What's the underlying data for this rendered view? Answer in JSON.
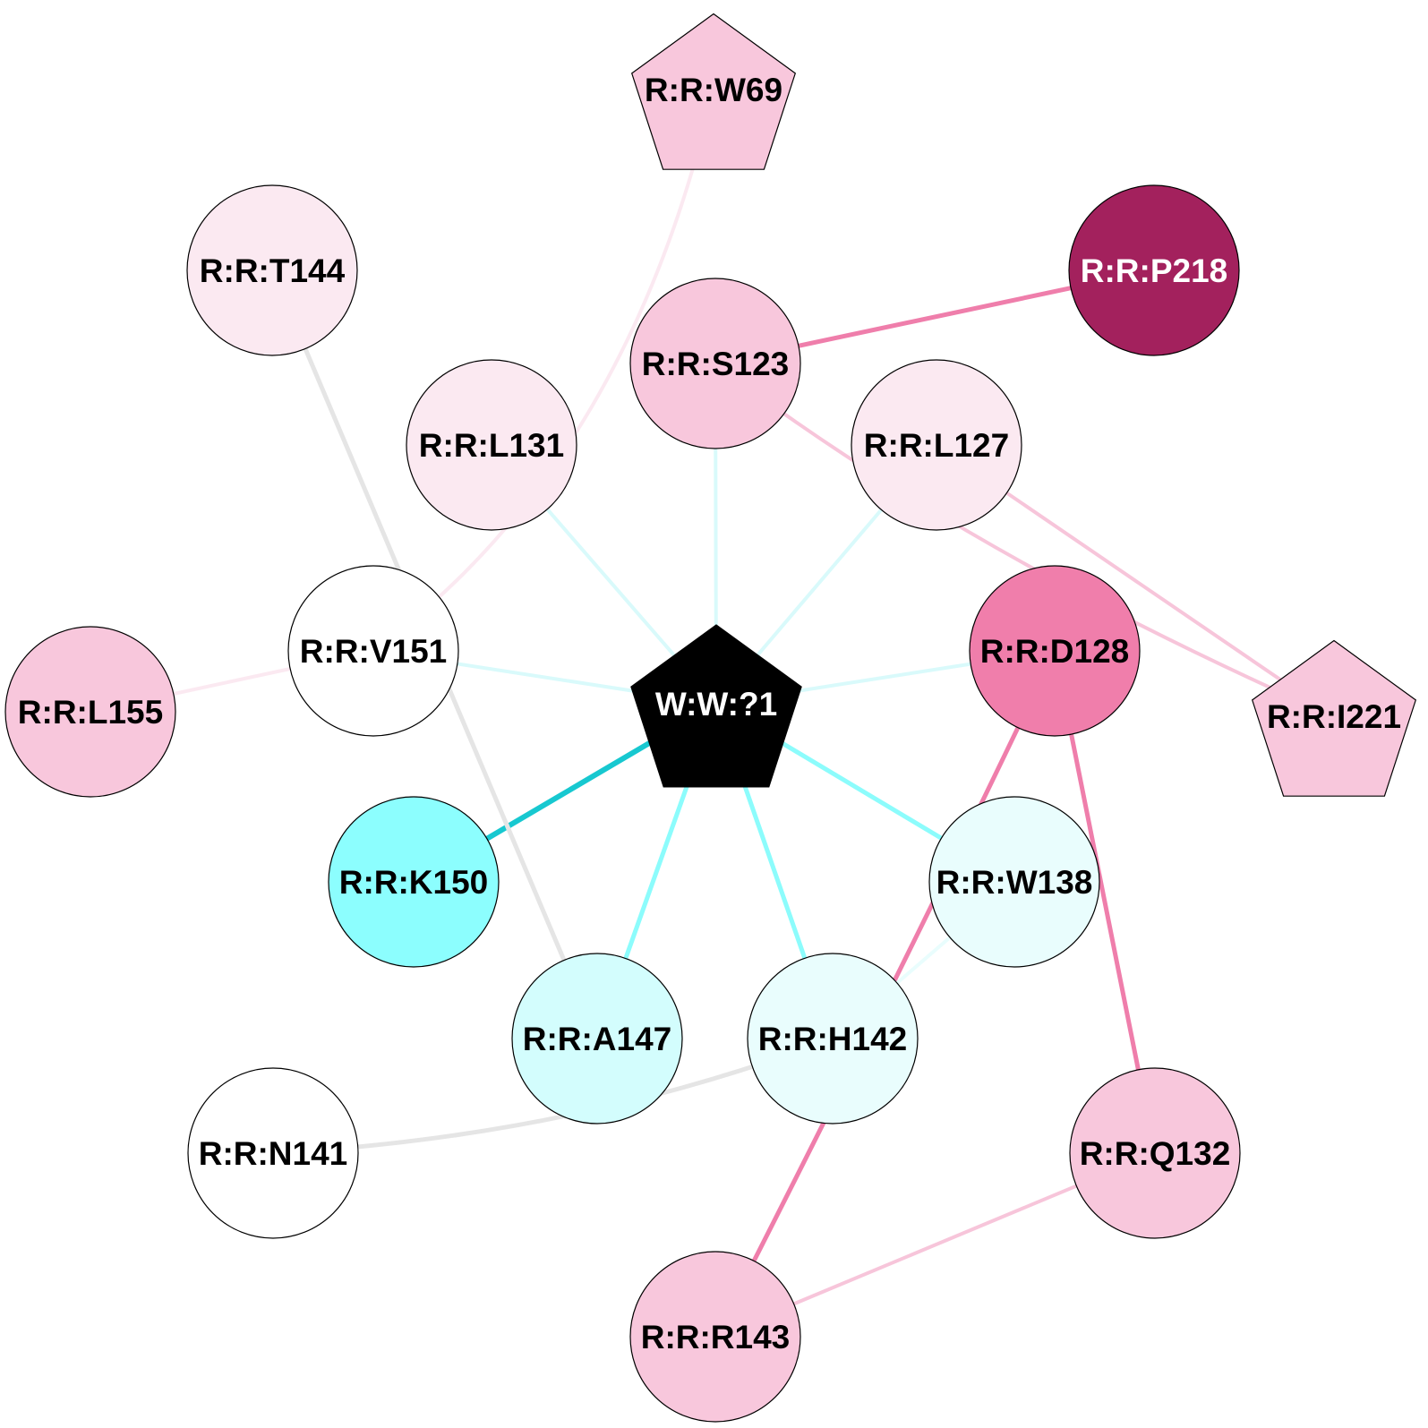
{
  "colors": {
    "background": "#ffffff",
    "outline": "#000000",
    "cyan_dark": "#17c8d0",
    "cyan_light": "#8cfcfc",
    "cyan_pale": "#d9fafb",
    "pink_mid": "#ef7eab",
    "pink_light": "#f7c5da",
    "pink_pale": "#fbe9f1",
    "gray": "#e5e5e5"
  },
  "nodes": [
    {
      "id": "W:W:?1",
      "label": "W:W:?1",
      "shape": "pentagon",
      "fill": "#000000",
      "text_color": "#ffffff"
    },
    {
      "id": "R:R:W69",
      "label": "R:R:W69",
      "shape": "pentagon",
      "fill": "#f8c7dc",
      "text_color": "#000000"
    },
    {
      "id": "R:R:T144",
      "label": "R:R:T144",
      "shape": "circle",
      "fill": "#fbe9f1",
      "text_color": "#000000"
    },
    {
      "id": "R:R:P218",
      "label": "R:R:P218",
      "shape": "circle",
      "fill": "#a3215d",
      "text_color": "#ffffff"
    },
    {
      "id": "R:R:S123",
      "label": "R:R:S123",
      "shape": "circle",
      "fill": "#f8c7dc",
      "text_color": "#000000"
    },
    {
      "id": "R:R:L131",
      "label": "R:R:L131",
      "shape": "circle",
      "fill": "#fbe9f1",
      "text_color": "#000000"
    },
    {
      "id": "R:R:L127",
      "label": "R:R:L127",
      "shape": "circle",
      "fill": "#fbe9f1",
      "text_color": "#000000"
    },
    {
      "id": "R:R:V151",
      "label": "R:R:V151",
      "shape": "circle",
      "fill": "#ffffff",
      "text_color": "#000000"
    },
    {
      "id": "R:R:D128",
      "label": "R:R:D128",
      "shape": "circle",
      "fill": "#f07eab",
      "text_color": "#000000"
    },
    {
      "id": "R:R:L155",
      "label": "R:R:L155",
      "shape": "circle",
      "fill": "#f8c7dc",
      "text_color": "#000000"
    },
    {
      "id": "R:R:I221",
      "label": "R:R:I221",
      "shape": "pentagon",
      "fill": "#f8c7dc",
      "text_color": "#000000"
    },
    {
      "id": "R:R:K150",
      "label": "R:R:K150",
      "shape": "circle",
      "fill": "#8cfefe",
      "text_color": "#000000"
    },
    {
      "id": "R:R:W138",
      "label": "R:R:W138",
      "shape": "circle",
      "fill": "#e9fdfd",
      "text_color": "#000000"
    },
    {
      "id": "R:R:A147",
      "label": "R:R:A147",
      "shape": "circle",
      "fill": "#d3fdfd",
      "text_color": "#000000"
    },
    {
      "id": "R:R:H142",
      "label": "R:R:H142",
      "shape": "circle",
      "fill": "#e9fdfd",
      "text_color": "#000000"
    },
    {
      "id": "R:R:N141",
      "label": "R:R:N141",
      "shape": "circle",
      "fill": "#ffffff",
      "text_color": "#000000"
    },
    {
      "id": "R:R:Q132",
      "label": "R:R:Q132",
      "shape": "circle",
      "fill": "#f8c7dc",
      "text_color": "#000000"
    },
    {
      "id": "R:R:R143",
      "label": "R:R:R143",
      "shape": "circle",
      "fill": "#f8c7dc",
      "text_color": "#000000"
    }
  ],
  "edges": [
    {
      "from": "W:W:?1",
      "to": "R:R:K150",
      "color": "#17c8d0",
      "weight": "strong"
    },
    {
      "from": "W:W:?1",
      "to": "R:R:A147",
      "color": "#8cfcfc",
      "weight": "medium"
    },
    {
      "from": "W:W:?1",
      "to": "R:R:H142",
      "color": "#8cfcfc",
      "weight": "medium"
    },
    {
      "from": "W:W:?1",
      "to": "R:R:W138",
      "color": "#8cfcfc",
      "weight": "medium"
    },
    {
      "from": "W:W:?1",
      "to": "R:R:L131",
      "color": "#d9fafb",
      "weight": "light"
    },
    {
      "from": "W:W:?1",
      "to": "R:R:S123",
      "color": "#d9fafb",
      "weight": "light"
    },
    {
      "from": "W:W:?1",
      "to": "R:R:L127",
      "color": "#d9fafb",
      "weight": "light"
    },
    {
      "from": "W:W:?1",
      "to": "R:R:V151",
      "color": "#d9fafb",
      "weight": "light"
    },
    {
      "from": "W:W:?1",
      "to": "R:R:D128",
      "color": "#d9fafb",
      "weight": "light"
    },
    {
      "from": "R:R:S123",
      "to": "R:R:P218",
      "color": "#ef7eab",
      "weight": "medium"
    },
    {
      "from": "R:R:S123",
      "to": "R:R:I221",
      "color": "#f7c5da",
      "weight": "light"
    },
    {
      "from": "R:R:L127",
      "to": "R:R:I221",
      "color": "#f7c5da",
      "weight": "light"
    },
    {
      "from": "R:R:W69",
      "to": "R:R:V151",
      "color": "#fbe9f1",
      "weight": "light"
    },
    {
      "from": "R:R:V151",
      "to": "R:R:L155",
      "color": "#fbe9f1",
      "weight": "light"
    },
    {
      "from": "R:R:T144",
      "to": "R:R:A147",
      "color": "#e5e5e5",
      "weight": "medium"
    },
    {
      "from": "R:R:D128",
      "to": "R:R:Q132",
      "color": "#ef7eab",
      "weight": "medium"
    },
    {
      "from": "R:R:D128",
      "to": "R:R:R143",
      "color": "#ef7eab",
      "weight": "medium"
    },
    {
      "from": "R:R:Q132",
      "to": "R:R:R143",
      "color": "#f7c5da",
      "weight": "light"
    },
    {
      "from": "R:R:H142",
      "to": "R:R:N141",
      "color": "#e5e5e5",
      "weight": "medium"
    },
    {
      "from": "R:R:H142",
      "to": "R:R:W138",
      "color": "#e9fdfd",
      "weight": "light"
    }
  ]
}
